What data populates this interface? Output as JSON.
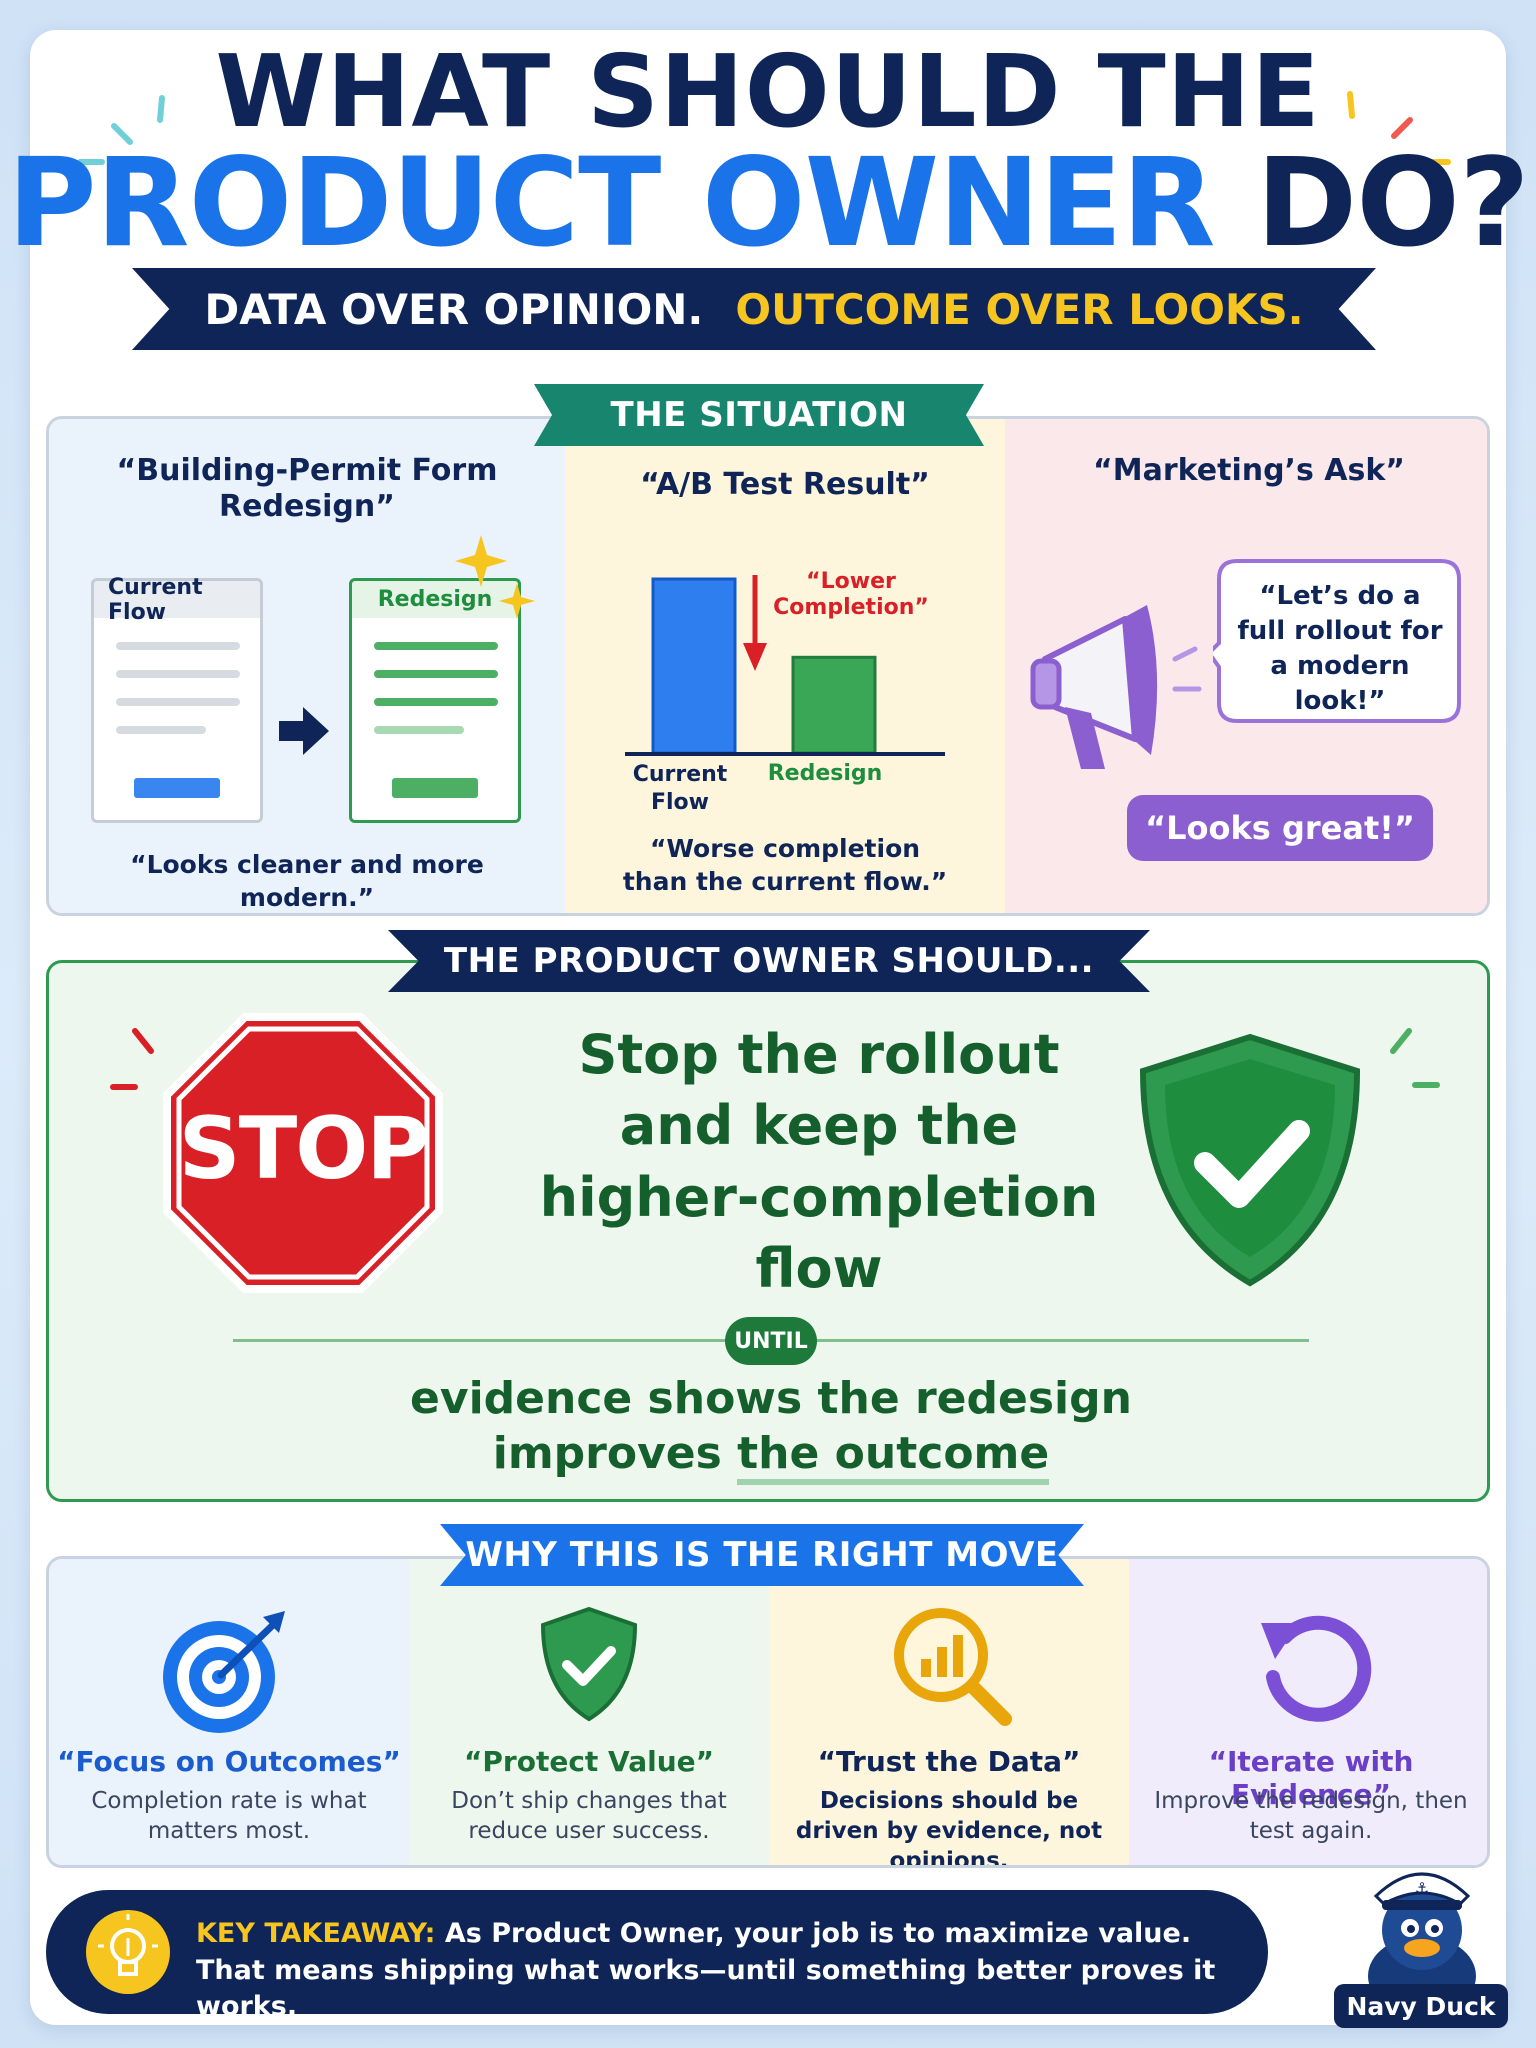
{
  "header": {
    "title_line1": "WHAT SHOULD THE",
    "title_highlight": "PRODUCT OWNER",
    "title_end": "DO?",
    "banner_white": "DATA OVER OPINION.",
    "banner_yellow": "OUTCOME OVER LOOKS."
  },
  "situation": {
    "label": "THE SITUATION",
    "redesign": {
      "title": "“Building-Permit Form Redesign”",
      "current_tab": "Current Flow",
      "redesign_tab": "Redesign",
      "caption": "“Looks cleaner and more modern.”"
    },
    "ab_test": {
      "title": "“A/B Test Result”",
      "annotation": "“Lower Completion”",
      "caption": "“Worse completion than the current flow.”"
    },
    "marketing": {
      "title": "“Marketing’s Ask”",
      "bubble": "“Let’s do a full rollout for a modern look!”",
      "pill": "“Looks great!”"
    }
  },
  "chart_data": {
    "type": "bar",
    "categories": [
      "Current Flow",
      "Redesign"
    ],
    "values": [
      100,
      55
    ],
    "ylim": [
      0,
      100
    ],
    "annotations": [
      "“Lower Completion”"
    ]
  },
  "action": {
    "label": "THE PRODUCT OWNER SHOULD...",
    "stop_text": "STOP",
    "main_line1": "Stop the rollout",
    "main_line2": "and keep the",
    "main_line3": "higher-completion",
    "main_line4": "flow",
    "until": "UNTIL",
    "sub_line1": "evidence shows the redesign",
    "sub_line2_pre": "improves ",
    "sub_line2_emph": "the outcome"
  },
  "why": {
    "label": "WHY THIS IS THE RIGHT MOVE",
    "items": [
      {
        "title": "“Focus on Outcomes”",
        "desc": "Completion rate is what matters most.",
        "icon": "target-icon",
        "color": "#1a73e8"
      },
      {
        "title": "“Protect Value”",
        "desc": "Don’t ship changes that reduce user success.",
        "icon": "shield-check-icon",
        "color": "#1e8e3e"
      },
      {
        "title": "“Trust the Data”",
        "desc": "Decisions should be driven by evidence, not opinions.",
        "icon": "magnifier-chart-icon",
        "color": "#e8a60b"
      },
      {
        "title": "“Iterate with Evidence”",
        "desc": "Improve the redesign, then test again.",
        "icon": "refresh-icon",
        "color": "#7b4fd6"
      }
    ]
  },
  "takeaway": {
    "label": "KEY TAKEAWAY:",
    "line1": "As Product Owner, your job is to maximize value.",
    "line2": "That means shipping what works—until something better proves it works."
  },
  "mascot": {
    "name": "Navy Duck"
  },
  "colors": {
    "navy": "#0f2557",
    "blue": "#1a73e8",
    "green": "#2e9a4f",
    "yellow": "#f7c520",
    "purple": "#7b4fd6",
    "red": "#d92027"
  }
}
